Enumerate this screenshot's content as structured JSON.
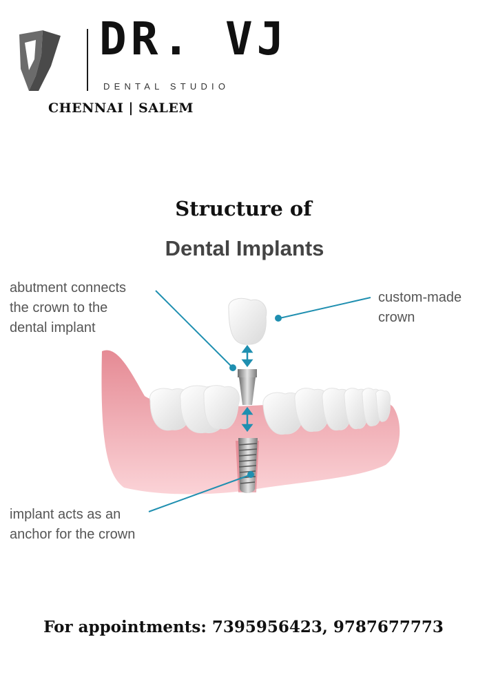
{
  "header": {
    "logo_name": "DR. VJ",
    "logo_subtitle": "DENTAL STUDIO",
    "locations": "CHENNAI | SALEM"
  },
  "poster": {
    "title_line1": "Structure of",
    "title_line2": "Dental Implants"
  },
  "diagram": {
    "labels": {
      "abutment": "abutment connects\nthe crown to the\ndental implant",
      "crown": "custom-made\ncrown",
      "implant": "implant acts as an\nanchor for the crown"
    },
    "colors": {
      "gum": "#f0a0a8",
      "gum_dark": "#e07f8a",
      "tooth": "#f7f7f7",
      "pointer": "#1f8fb0",
      "metal": "#9a9a9a"
    }
  },
  "footer": {
    "appointments": "For appointments: 7395956423, 9787677773"
  }
}
